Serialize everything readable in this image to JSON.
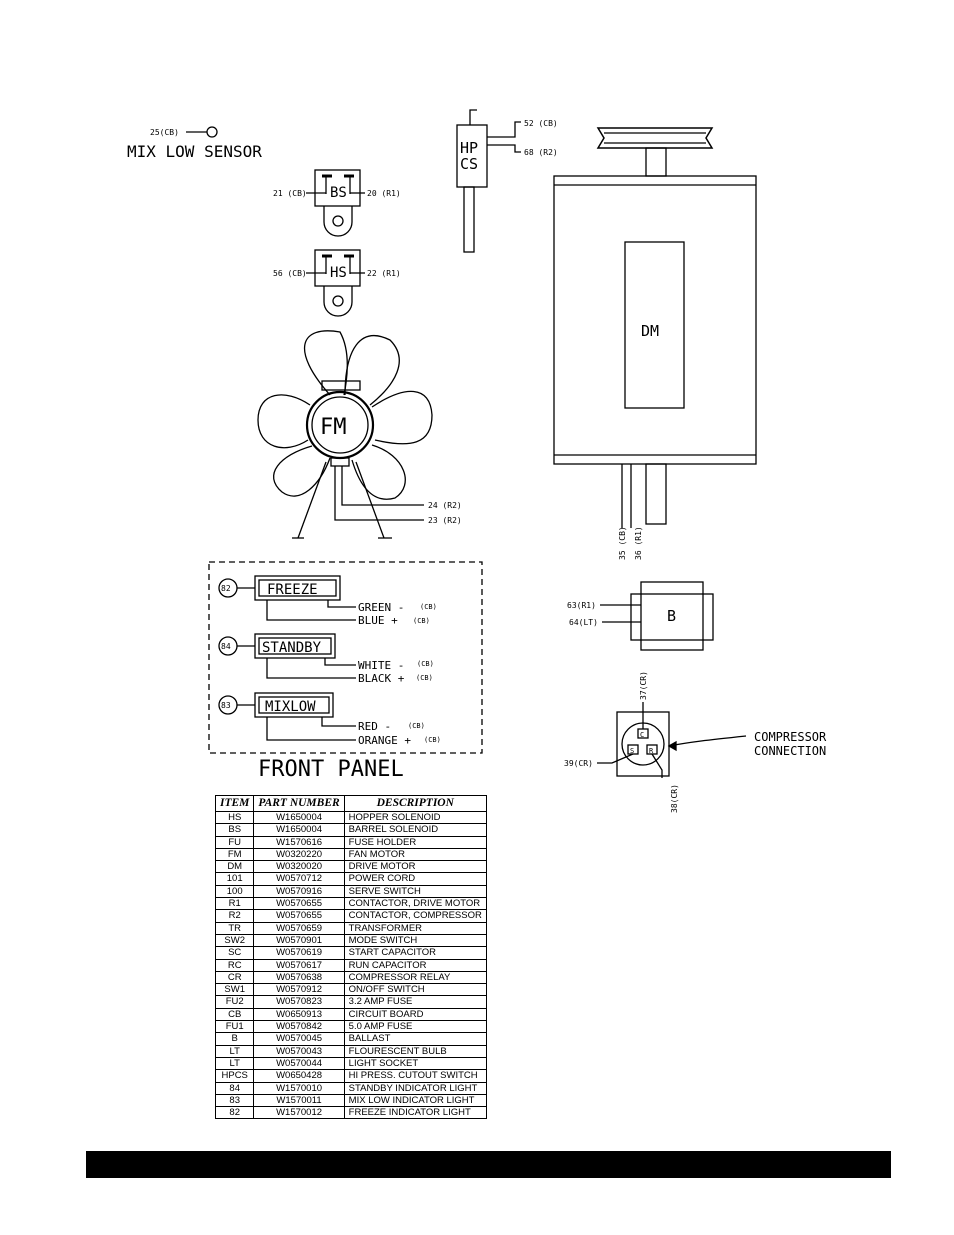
{
  "mix_low_sensor": {
    "wire": "25(CB)",
    "label": "MIX LOW SENSOR"
  },
  "barrel_solenoid": {
    "label": "BS",
    "left_wire": "21 (CB)",
    "right_wire": "20 (R1)"
  },
  "hopper_solenoid": {
    "label": "HS",
    "left_wire": "56 (CB)",
    "right_wire": "22 (R1)"
  },
  "hpcs": {
    "label_line1": "HP",
    "label_line2": "CS",
    "wire_top": "52 (CB)",
    "wire_bottom": "68 (R2)"
  },
  "drive_motor": {
    "label": "DM",
    "wire_a": "35 (CB)",
    "wire_b": "36 (R1)"
  },
  "fan_motor": {
    "label": "FM",
    "wire_a": "24 (R2)",
    "wire_b": "23 (R2)"
  },
  "ballast": {
    "label": "B",
    "wire_a": "63(R1)",
    "wire_b": "64(LT)"
  },
  "compressor": {
    "label_line1": "COMPRESSOR",
    "label_line2": "CONNECTION",
    "wire_top": "37(CR)",
    "wire_left": "39(CR)",
    "wire_right": "38(CR)",
    "terminal_c": "C",
    "terminal_s": "S",
    "terminal_r": "R"
  },
  "front_panel": {
    "title": "FRONT PANEL",
    "lights": [
      {
        "number": "82",
        "name": "FREEZE",
        "wire1": "GREEN -",
        "tag1": "(CB)",
        "wire2": "BLUE +",
        "tag2": "(CB)"
      },
      {
        "number": "84",
        "name": "STANDBY",
        "wire1": "WHITE -",
        "tag1": "(CB)",
        "wire2": "BLACK +",
        "tag2": "(CB)"
      },
      {
        "number": "83",
        "name": "MIXLOW",
        "wire1": "RED -",
        "tag1": "(CB)",
        "wire2": "ORANGE +",
        "tag2": "(CB)"
      }
    ]
  },
  "parts_table": {
    "headers": [
      "ITEM",
      "PART NUMBER",
      "DESCRIPTION"
    ],
    "rows": [
      [
        "HS",
        "W1650004",
        "HOPPER  SOLENOID"
      ],
      [
        "BS",
        "W1650004",
        "BARREL  SOLENOID"
      ],
      [
        "FU",
        "W1570616",
        "FUSE  HOLDER"
      ],
      [
        "FM",
        "W0320220",
        "FAN  MOTOR"
      ],
      [
        "DM",
        "W0320020",
        "DRIVE  MOTOR"
      ],
      [
        "101",
        "W0570712",
        "POWER  CORD"
      ],
      [
        "100",
        "W0570916",
        "SERVE  SWITCH"
      ],
      [
        "R1",
        "W0570655",
        "CONTACTOR,  DRIVE  MOTOR"
      ],
      [
        "R2",
        "W0570655",
        "CONTACTOR,  COMPRESSOR"
      ],
      [
        "TR",
        "W0570659",
        "TRANSFORMER"
      ],
      [
        "SW2",
        "W0570901",
        "MODE  SWITCH"
      ],
      [
        "SC",
        "W0570619",
        "START  CAPACITOR"
      ],
      [
        "RC",
        "W0570617",
        "RUN  CAPACITOR"
      ],
      [
        "CR",
        "W0570638",
        "COMPRESSOR  RELAY"
      ],
      [
        "SW1",
        "W0570912",
        "ON/OFF  SWITCH"
      ],
      [
        "FU2",
        "W0570823",
        "3.2  AMP  FUSE"
      ],
      [
        "CB",
        "W0650913",
        "CIRCUIT  BOARD"
      ],
      [
        "FU1",
        "W0570842",
        "5.0  AMP  FUSE"
      ],
      [
        "B",
        "W0570045",
        "BALLAST"
      ],
      [
        "LT",
        "W0570043",
        "FLOURESCENT  BULB"
      ],
      [
        "LT",
        "W0570044",
        "LIGHT  SOCKET"
      ],
      [
        "HPCS",
        "W0650428",
        "HI  PRESS.  CUTOUT  SWITCH"
      ],
      [
        "84",
        "W1570010",
        "STANDBY  INDICATOR  LIGHT"
      ],
      [
        "83",
        "W1570011",
        "MIX  LOW  INDICATOR  LIGHT"
      ],
      [
        "82",
        "W1570012",
        "FREEZE  INDICATOR  LIGHT"
      ]
    ]
  }
}
